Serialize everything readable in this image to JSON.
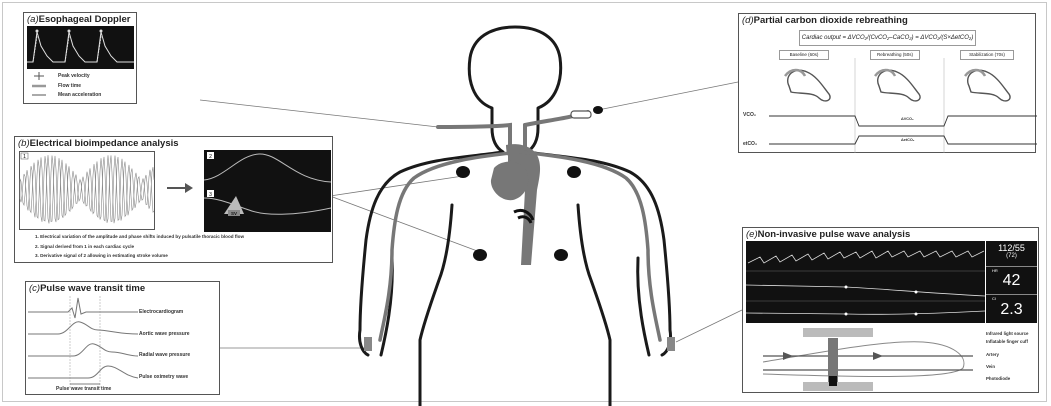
{
  "panels": {
    "a": {
      "letter": "(a)",
      "title": "Esophageal Doppler",
      "legend": [
        "Peak velocity",
        "Flow time",
        "Mean acceleration"
      ]
    },
    "b": {
      "letter": "(b)",
      "title": "Electrical bioimpedance analysis",
      "graph_labels": [
        "1",
        "2",
        "3"
      ],
      "sv_label": "SV",
      "notes": [
        "1. Electrical variation of the amplitude and phase shifts induced by pulsatile thoracic blood flow",
        "2. Signal derived from 1 in each cardiac cycle",
        "3. Derivative signal of 2 allowing in estimating stroke volume"
      ]
    },
    "c": {
      "letter": "(c)",
      "title": "Pulse wave transit time",
      "traces": [
        "Electrocardiogram",
        "Aortic wave pressure",
        "Radial wave pressure",
        "Pulse oximetry wave"
      ],
      "transit_label": "Pulse wave transit time"
    },
    "d": {
      "letter": "(d)",
      "title": "Partial carbon dioxide rebreathing",
      "equation": "Cardiac output = ΔVCO₂/(CvCO₂–CaCO₂) = ΔVCO₂/(S×ΔetCO₂)",
      "phases": [
        "Baseline (60s)",
        "Rebreathing (50s)",
        "Stabilization (70s)"
      ],
      "row_labels": [
        "VCO₂",
        "etCO₂"
      ],
      "deltas": [
        "ΔVCO₂",
        "ΔetCO₂"
      ]
    },
    "e": {
      "letter": "(e)",
      "title": "Non-invasive pulse wave analysis",
      "readouts": {
        "top": "112/55",
        "top_sub": "(72)",
        "mid_label": "HR",
        "mid_value": "42",
        "bottom_label": "CI",
        "bottom_value": "2.3"
      },
      "finger_labels": [
        "Infrared light source",
        "Inflatable finger cuff",
        "Artery",
        "Vein",
        "Photodiode"
      ]
    }
  },
  "colors": {
    "body_outline": "#1a1a1a",
    "vessel": "#7a7a7a",
    "panel_border": "#555555",
    "dark_screen": "#111111",
    "trace_light": "#e0e0e0"
  }
}
